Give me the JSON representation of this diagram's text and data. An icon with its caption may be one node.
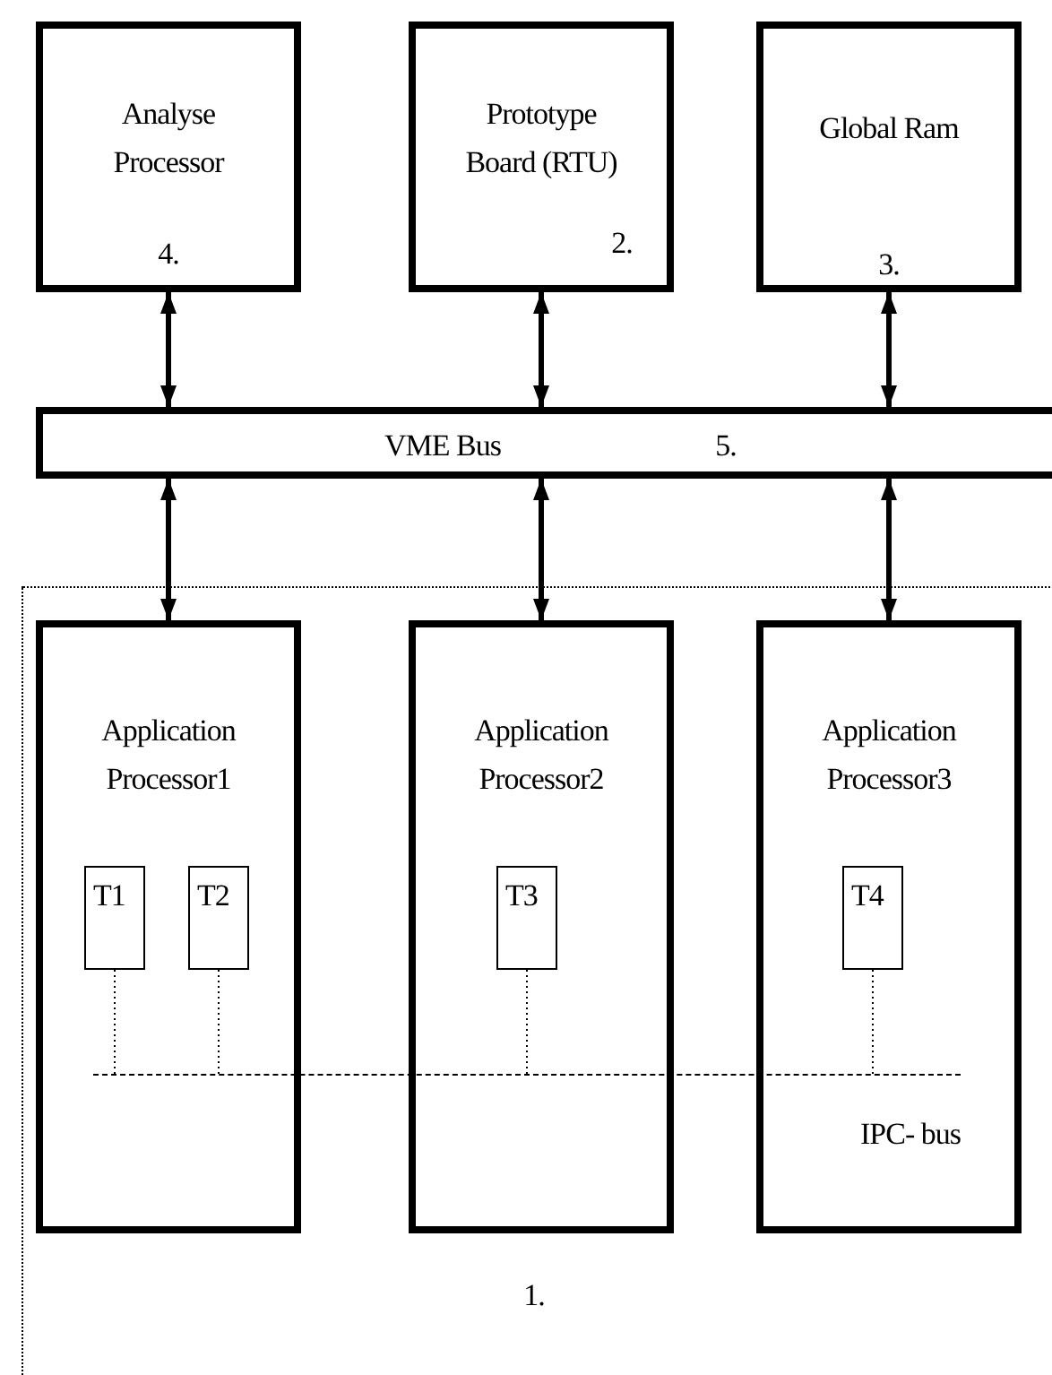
{
  "diagram": {
    "nodes": [
      {
        "text": [
          "Analyse Processor",
          "4."
        ]
      },
      {
        "text": [
          "Prototype Board (RTU)",
          "2."
        ]
      },
      {
        "text": [
          "Global Ram",
          "3."
        ]
      },
      {
        "text": [
          "VME Bus",
          "5."
        ]
      },
      {
        "text": [
          "1."
        ]
      },
      {
        "text": [
          "Application Processor1"
        ],
        "in": 4
      },
      {
        "text": [
          "Application Processor2"
        ],
        "in": 4
      },
      {
        "text": [
          "Application Processor3"
        ],
        "in": 4
      },
      {
        "text": [
          "T1"
        ],
        "in": 5
      },
      {
        "text": [
          "T2"
        ],
        "in": 5
      },
      {
        "text": [
          "T3"
        ],
        "in": 6
      },
      {
        "text": [
          "T4"
        ],
        "in": 7
      },
      {
        "text": [],
        "shape": "bar",
        "in": 4,
        "beside": [
          "IPC- bus"
        ]
      }
    ],
    "edges": [
      {
        "from": 0,
        "to": 3,
        "arrow": "both"
      },
      {
        "from": 1,
        "to": 3,
        "arrow": "both"
      },
      {
        "from": 2,
        "to": 3,
        "arrow": "both"
      },
      {
        "from": 3,
        "to": 5,
        "arrow": "both"
      },
      {
        "from": 3,
        "to": 6,
        "arrow": "both"
      },
      {
        "from": 3,
        "to": 7,
        "arrow": "both"
      },
      {
        "from": 8,
        "to": 12,
        "arrow": "none",
        "style": "dashed"
      },
      {
        "from": 9,
        "to": 12,
        "arrow": "none",
        "style": "dashed"
      },
      {
        "from": 10,
        "to": 12,
        "arrow": "none",
        "style": "dashed"
      },
      {
        "from": 11,
        "to": 12,
        "arrow": "none",
        "style": "dashed"
      }
    ]
  }
}
